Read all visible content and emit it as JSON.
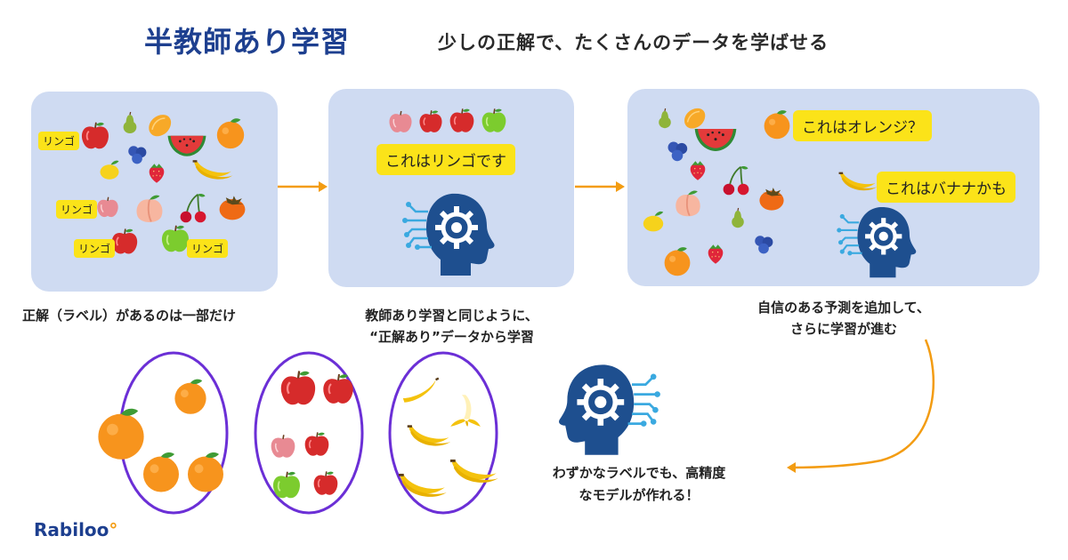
{
  "header": {
    "title": "半教師あり学習",
    "subtitle": "少しの正解で、たくさんのデータを学ばせる"
  },
  "step1": {
    "labels": [
      "リンゴ",
      "リンゴ",
      "リンゴ",
      "リンゴ"
    ],
    "caption": "正解（ラベル）があるのは一部だけ"
  },
  "step2": {
    "bubble": "これはリンゴです",
    "caption_line1": "教師あり学習と同じように、",
    "caption_line2": "“正解あり”データから学習"
  },
  "step3": {
    "bubble_orange": "これはオレンジ？",
    "bubble_banana": "これはバナナかも",
    "caption_line1": "自信のある予測を追加して、",
    "caption_line2": "さらに学習が進む"
  },
  "result": {
    "caption_line1": "わずかなラベルでも、高精度",
    "caption_line2": "なモデルが作れる！"
  },
  "brand": {
    "logo_text": "Rabiloo",
    "logo_dot": "°"
  },
  "colors": {
    "title_blue": "#1d3f8f",
    "panel_bg": "#cfdbf2",
    "label_yellow": "#fbe319",
    "arrow_orange": "#f39c12",
    "cluster_purple": "#6b2fd6",
    "ai_head_blue": "#1e4f8f",
    "circuit_blue": "#3aa9e0"
  },
  "icons": [
    "apple-icon",
    "pear-icon",
    "mango-icon",
    "watermelon-icon",
    "orange-icon",
    "lemon-icon",
    "blueberry-icon",
    "strawberry-icon",
    "banana-icon",
    "peach-icon",
    "cherry-icon",
    "persimmon-icon",
    "ai-head-gear-icon",
    "arrow-right-icon",
    "curved-arrow-icon"
  ]
}
